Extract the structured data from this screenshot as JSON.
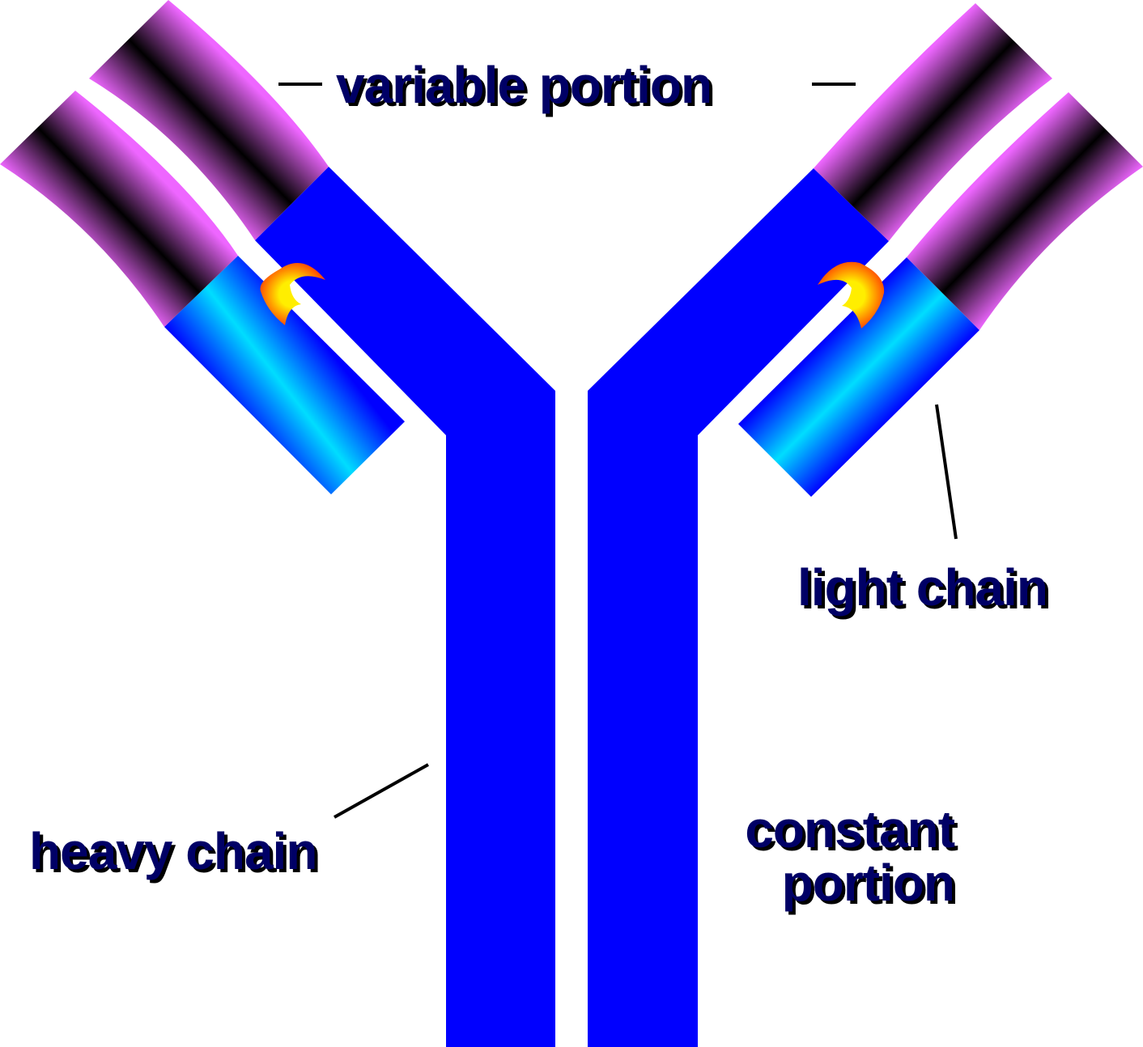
{
  "colors": {
    "heavy_chain": "#0000ff",
    "variable_tip": "#ee66ff",
    "variable_core": "#000000",
    "light_constant_edge": "#0000ff",
    "light_constant_core": "#00ddff",
    "label_text": "#000066",
    "label_shadow": "#000000",
    "leader_line": "#000000",
    "disulfide_outer": "#ff2200",
    "disulfide_inner": "#ffee00"
  },
  "labels": {
    "variable_portion": "variable portion",
    "light_chain": "light chain",
    "heavy_chain": "heavy chain",
    "constant_portion_line1": "constant",
    "constant_portion_line2": "portion"
  }
}
